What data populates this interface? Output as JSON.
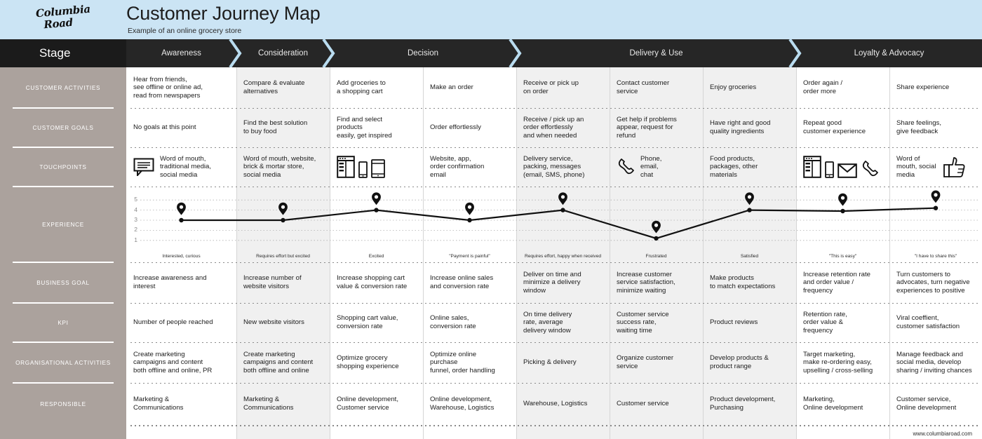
{
  "header": {
    "logo_line1": "Columbia",
    "logo_line2": "Road",
    "title": "Customer Journey Map",
    "subtitle": "Example of an online grocery store"
  },
  "stage_header": {
    "label": "Stage",
    "stages": [
      {
        "name": "Awareness",
        "span": 1
      },
      {
        "name": "Consideration",
        "span": 1
      },
      {
        "name": "Decision",
        "span": 2
      },
      {
        "name": "Delivery & Use",
        "span": 3
      },
      {
        "name": "Loyalty & Advocacy",
        "span": 2
      }
    ]
  },
  "sidebar": {
    "items": [
      {
        "label": "CUSTOMER ACTIVITIES"
      },
      {
        "label": "CUSTOMER GOALS"
      },
      {
        "label": "TOUCHPOINTS"
      },
      {
        "label": "EXPERIENCE"
      },
      {
        "label": "BUSINESS GOAL"
      },
      {
        "label": "KPI"
      },
      {
        "label": "ORGANISATIONAL ACTIVITIES"
      },
      {
        "label": "RESPONSIBLE"
      }
    ]
  },
  "columns": [
    {
      "stage": "Awareness",
      "shaded": false
    },
    {
      "stage": "Consideration",
      "shaded": true
    },
    {
      "stage": "Decision",
      "shaded": false
    },
    {
      "stage": "Decision",
      "shaded": false
    },
    {
      "stage": "Delivery & Use",
      "shaded": true
    },
    {
      "stage": "Delivery & Use",
      "shaded": true
    },
    {
      "stage": "Delivery & Use",
      "shaded": true
    },
    {
      "stage": "Loyalty & Advocacy",
      "shaded": false
    },
    {
      "stage": "Loyalty & Advocacy",
      "shaded": false
    }
  ],
  "rows": {
    "customer_activities": [
      "Hear from friends,\nsee offline or online ad,\nread from newspapers",
      "Compare & evaluate\nalternatives",
      "Add groceries to\na shopping cart",
      "Make an order",
      "Receive or pick up\non order",
      "Contact customer\nservice",
      "Enjoy groceries",
      "Order again /\norder more",
      "Share experience"
    ],
    "customer_goals": [
      "No goals at this point",
      "Find the best solution\nto buy food",
      "Find and select\nproducts\neasily, get inspired",
      "Order effortlessly",
      "Receive / pick up an\norder effortlessly\nand when needed",
      "Get help if problems\nappear, request for\nrefund",
      "Have right and good\nquality ingredients",
      "Repeat good\ncustomer experience",
      "Share feelings,\ngive feedback"
    ],
    "touchpoints": [
      {
        "text": "Word of mouth,\ntraditional media,\nsocial media",
        "icons": [
          "speech-bubble-icon"
        ],
        "icons_position": "left"
      },
      {
        "text": "Word of mouth, website,\nbrick & mortar store,\nsocial media",
        "icons": [],
        "icons_position": "left"
      },
      {
        "text": "",
        "icons": [
          "browser-window-icon",
          "smartphone-icon",
          "tablet-icon"
        ],
        "icons_position": "left"
      },
      {
        "text": "Website, app,\norder confirmation\nemail",
        "icons": [],
        "icons_position": "left"
      },
      {
        "text": "Delivery service,\npacking, messages\n(email, SMS, phone)",
        "icons": [],
        "icons_position": "left"
      },
      {
        "text": "Phone,\nemail,\nchat",
        "icons": [
          "phone-handset-icon"
        ],
        "icons_position": "left"
      },
      {
        "text": "Food products,\npackages, other\nmaterials",
        "icons": [],
        "icons_position": "left"
      },
      {
        "text": "",
        "icons": [
          "browser-window-icon",
          "smartphone-icon",
          "envelope-icon",
          "phone-handset-icon"
        ],
        "icons_position": "left"
      },
      {
        "text": "Word of\nmouth, social\nmedia",
        "icons": [
          "thumbs-up-icon"
        ],
        "icons_position": "right"
      }
    ],
    "business_goal": [
      "Increase awareness and\ninterest",
      "Increase number of\nwebsite visitors",
      "Increase shopping cart\nvalue & conversion rate",
      "Increase online sales\nand conversion rate",
      "Deliver on time and\nminimize a delivery\nwindow",
      "Increase customer\nservice satisfaction,\nminimize waiting",
      "Make products\nto match expectations",
      "Increase retention rate\nand order value /\nfrequency",
      "Turn customers to\nadvocates, turn negative\nexperiences to positive"
    ],
    "kpi": [
      "Number of people reached",
      "New website visitors",
      "Shopping cart value,\nconversion rate",
      "Online sales,\nconversion rate",
      "On time delivery\nrate, average\ndelivery window",
      "Customer service\nsuccess rate,\nwaiting time",
      "Product reviews",
      "Retention rate,\norder value &\nfrequency",
      "Viral coeffient,\ncustomer satisfaction"
    ],
    "organisational_activities": [
      "Create marketing\ncampaigns and content\nboth offline and online, PR",
      "Create marketing\ncampaigns and content\nboth offline and online",
      "Optimize grocery\nshopping experience",
      "Optimize online\npurchase\nfunnel, order handling",
      "Picking & delivery",
      "Organize customer\nservice",
      "Develop products &\nproduct range",
      "Target marketing,\nmake re-ordering easy,\nupselling / cross-selling",
      "Manage feedback and\nsocial media, develop\nsharing / inviting chances"
    ],
    "responsible": [
      "Marketing &\nCommunications",
      "Marketing &\nCommunications",
      "Online development,\nCustomer service",
      "Online development,\nWarehouse, Logistics",
      "Warehouse, Logistics",
      "Customer service",
      "Product development,\nPurchasing",
      "Marketing,\nOnline development",
      "Customer service,\nOnline development"
    ]
  },
  "chart_data": {
    "type": "line",
    "title": "EXPERIENCE",
    "categories": [
      "Awareness",
      "Consideration",
      "Decision / Add to cart",
      "Decision / Make an order",
      "Delivery & Use / Receive",
      "Delivery & Use / Contact service",
      "Delivery & Use / Enjoy",
      "Loyalty / Order again",
      "Loyalty / Share"
    ],
    "values": [
      3,
      3,
      4,
      3,
      4,
      1.2,
      4,
      3.9,
      4.2
    ],
    "marker_values": [
      4,
      4,
      5,
      4,
      5,
      2.2,
      5,
      4.9,
      5.2
    ],
    "point_labels": [
      "Interested, curious",
      "Requires effort but excited",
      "Excited",
      "\"Payment is painful\"",
      "Requires effort, happy when received",
      "Frustrated",
      "Satisfied",
      "\"This is easy\"",
      "\"I have to share this\""
    ],
    "yticks": [
      5,
      4,
      3,
      2,
      1
    ],
    "ylim": [
      0.5,
      5.5
    ],
    "xlabel": "",
    "ylabel": "",
    "grid": true,
    "legend": "none",
    "line_color": "#111111",
    "marker_color": "#111111"
  },
  "footer": {
    "url": "www.columbiaroad.com"
  },
  "colors": {
    "header_bg": "#cbe4f4",
    "stagebar_bg": "#262626",
    "sidebar_bg": "#aba29d",
    "shaded_col": "#f0f0f0",
    "text": "#1c1c1c"
  }
}
